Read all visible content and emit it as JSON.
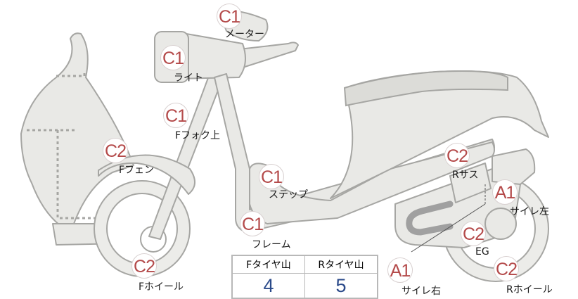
{
  "parts": [
    {
      "id": "meter",
      "grade": "C1",
      "label": "メーター"
    },
    {
      "id": "light",
      "grade": "C1",
      "label": "ライト"
    },
    {
      "id": "ffork",
      "grade": "C1",
      "label": "Fフォク上"
    },
    {
      "id": "ffender",
      "grade": "C2",
      "label": "Fフェン"
    },
    {
      "id": "step",
      "grade": "C1",
      "label": "ステップ"
    },
    {
      "id": "frame",
      "grade": "C1",
      "label": "フレーム"
    },
    {
      "id": "fwheel",
      "grade": "C2",
      "label": "Fホイール"
    },
    {
      "id": "rsus",
      "grade": "C2",
      "label": "Rサス"
    },
    {
      "id": "muffler-left",
      "grade": "A1",
      "label": "サイレ左"
    },
    {
      "id": "engine",
      "grade": "C2",
      "label": "EG"
    },
    {
      "id": "rwheel",
      "grade": "C2",
      "label": "Rホイール"
    },
    {
      "id": "muffler-right",
      "grade": "A1",
      "label": "サイレ右"
    }
  ],
  "tires": {
    "front_header": "Fタイヤ山",
    "rear_header": "Rタイヤ山",
    "front_value": "4",
    "rear_value": "5"
  },
  "colors": {
    "grade_text": "#b44a4a",
    "tire_value": "#2b4a8a",
    "part_fill": "#e9e9e6"
  }
}
